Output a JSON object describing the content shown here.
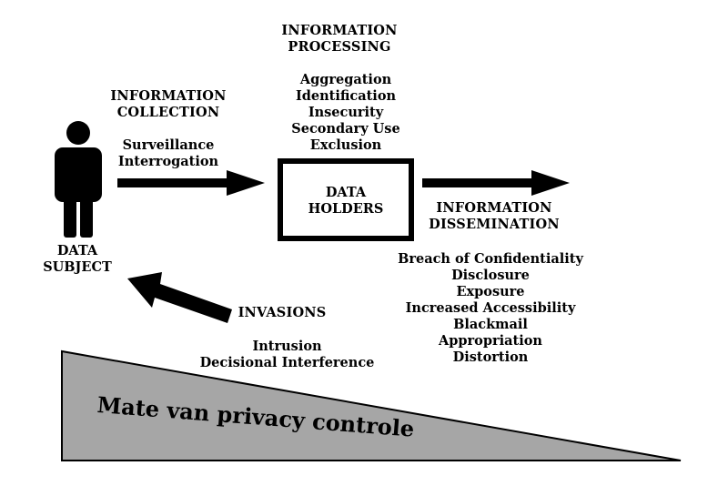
{
  "data_subject": {
    "label_lines": [
      "DATA",
      "SUBJECT"
    ]
  },
  "information_collection": {
    "heading_lines": [
      "INFORMATION",
      "COLLECTION"
    ],
    "items": [
      "Surveillance",
      "Interrogation"
    ]
  },
  "information_processing": {
    "heading_lines": [
      "INFORMATION",
      "PROCESSING"
    ],
    "items": [
      "Aggregation",
      "Identification",
      "Insecurity",
      "Secondary Use",
      "Exclusion"
    ]
  },
  "data_holders": {
    "label_lines": [
      "DATA",
      "HOLDERS"
    ]
  },
  "information_dissemination": {
    "heading_lines": [
      "INFORMATION",
      "DISSEMINATION"
    ],
    "items": [
      "Breach of Confidentiality",
      "Disclosure",
      "Exposure",
      "Increased Accessibility",
      "Blackmail",
      "Appropriation",
      "Distortion"
    ]
  },
  "invasions": {
    "heading": "INVASIONS",
    "items": [
      "Intrusion",
      "Decisional Interference"
    ]
  },
  "privacy_scale": {
    "label": "Mate van privacy controle",
    "fill_color": "#a6a6a6"
  },
  "colors": {
    "ink": "#000000",
    "background": "#ffffff"
  }
}
